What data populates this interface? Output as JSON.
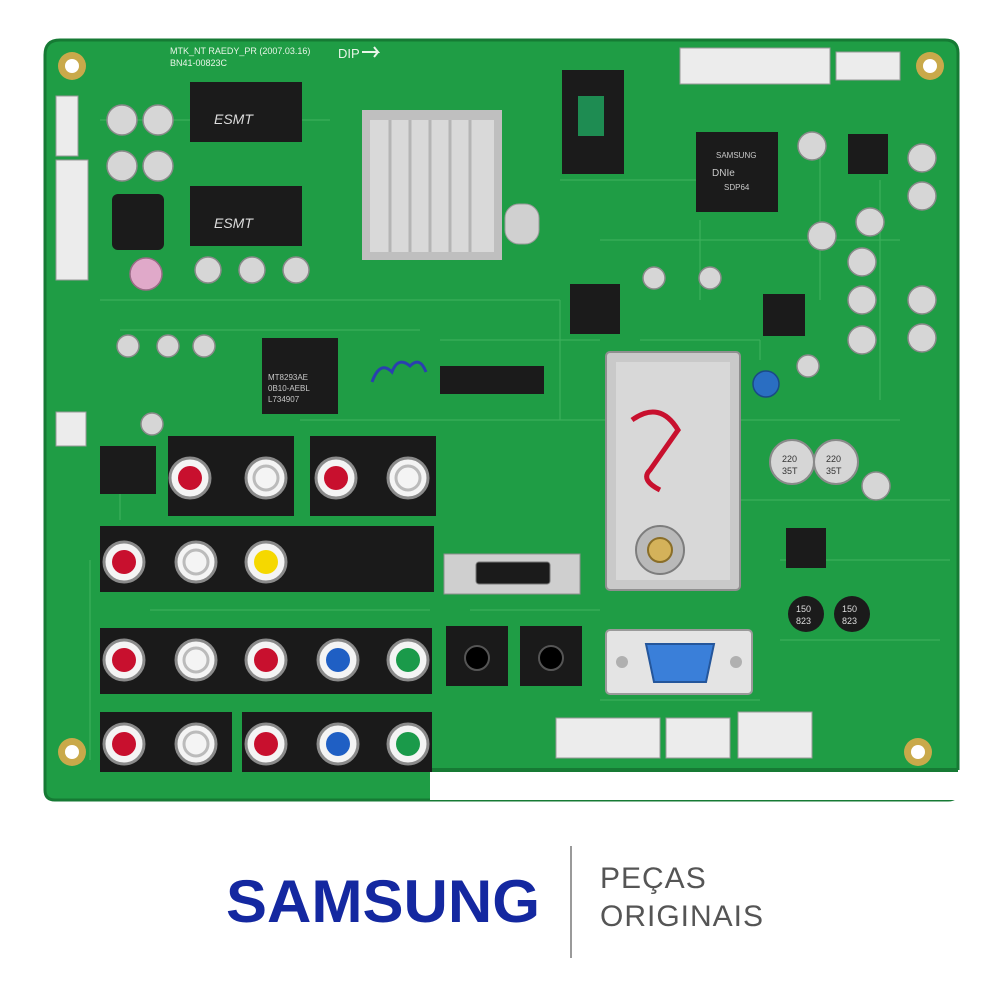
{
  "image": {
    "subject": "pcb-main-board",
    "colors": {
      "board": "#1f9d45",
      "board_dark": "#167a34",
      "trace": "#52c06d",
      "chip": "#1b1b1b",
      "silkscreen": "#e8f5e8",
      "connector_black": "#1a1a1a",
      "connector_white": "#ececec",
      "rca_red": "#c8102e",
      "rca_white": "#f4f4f4",
      "rca_yellow": "#f5d800",
      "rca_blue": "#1f5fc4",
      "rca_green": "#1a9a4a",
      "vga_blue": "#3a7fd9",
      "tuner_silver": "#c9c9c9",
      "heatsink": "#d9d9d9"
    },
    "board_text": {
      "board_header": "MTK_NT RAEDY_PR   (2007.03.16)",
      "board_part": "BN41-00823C",
      "dip_label": "DIP",
      "memory_1": "ESMT",
      "memory_2": "ESMT",
      "chip_main_line1": "MT8293AE",
      "chip_main_line2": "0B10-AEBL",
      "chip_main_line3": "L734907",
      "chip_dnie_brand": "SAMSUNG",
      "chip_dnie_model": "DNIe",
      "chip_dnie_code": "SDP64",
      "cap_label_1": "220",
      "cap_label_2": "35T",
      "cap_label_3": "150",
      "cap_label_4": "823"
    }
  },
  "brand": {
    "logo_text": "SAMSUNG",
    "logo_color": "#1428a0",
    "tagline_line1": "PEÇAS",
    "tagline_line2": "ORIGINAIS",
    "tagline_color": "#555555",
    "divider_color": "#9a9a9a"
  }
}
